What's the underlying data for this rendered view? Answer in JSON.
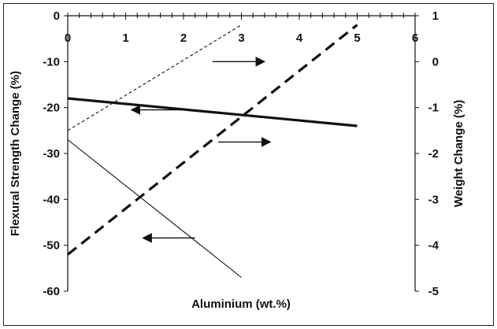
{
  "chart_data": {
    "type": "line",
    "title": "",
    "xlabel": "Aluminium (wt.%)",
    "ylabel": "Flexural Strength Change (%)",
    "y2label": "Weight Change (%)",
    "xlim": [
      0,
      6
    ],
    "ylim": [
      -60,
      0
    ],
    "y2lim": [
      -5,
      1
    ],
    "x_ticks": [
      "0",
      "1",
      "2",
      "3",
      "4",
      "5",
      "6"
    ],
    "y_ticks": [
      "0",
      "-10",
      "-20",
      "-30",
      "-40",
      "-50",
      "-60"
    ],
    "y2_ticks": [
      "1",
      "0",
      "-1",
      "-2",
      "-3",
      "-4",
      "-5"
    ],
    "grid": false,
    "legend": "none",
    "series": [
      {
        "axis": "left",
        "style": "thick-solid",
        "x": [
          0,
          5
        ],
        "y": [
          -18,
          -24
        ]
      },
      {
        "axis": "left",
        "style": "thin-solid",
        "x": [
          0,
          3
        ],
        "y": [
          -27,
          -57
        ]
      },
      {
        "axis": "right",
        "style": "thick-dashed",
        "x": [
          0,
          5
        ],
        "y": [
          -4.2,
          0.8
        ]
      },
      {
        "axis": "right",
        "style": "thin-dashed",
        "x": [
          0,
          3
        ],
        "y": [
          -1.5,
          0.8
        ]
      }
    ],
    "annotations": [
      {
        "type": "arrow",
        "direction": "left",
        "points_to": "left-axis",
        "from": [
          2.1,
          -20.5
        ],
        "to": [
          1.1,
          -20.5
        ]
      },
      {
        "type": "arrow",
        "direction": "left",
        "points_to": "left-axis",
        "from": [
          2.2,
          -48.4
        ],
        "to": [
          1.3,
          -48.4
        ]
      },
      {
        "type": "arrow",
        "direction": "right",
        "points_to": "right-axis",
        "from": [
          2.5,
          0.0
        ],
        "to": [
          3.4,
          0.0
        ]
      },
      {
        "type": "arrow",
        "direction": "right",
        "points_to": "right-axis",
        "from": [
          2.6,
          -1.75
        ],
        "to": [
          3.5,
          -1.75
        ]
      }
    ]
  }
}
